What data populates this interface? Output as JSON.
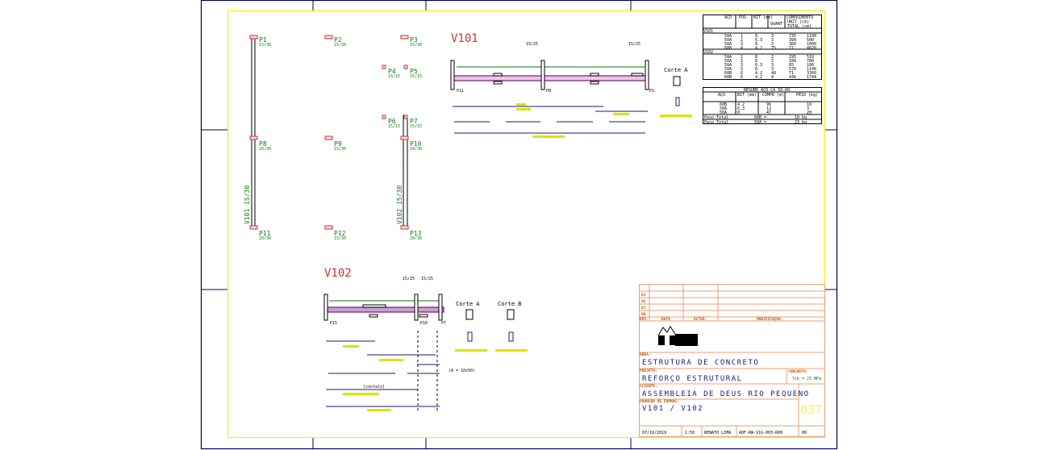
{
  "colors": {
    "frame": "#000050",
    "sheet_border": "#f0f000",
    "column": "#c83232",
    "label": "#0a7a0a",
    "beam": "#7a1a7a",
    "rebar": "#1a1a80",
    "dim": "#e0e000",
    "title_lines": "#e8a070"
  },
  "plan": {
    "columns": [
      {
        "name": "P1",
        "size": "15/30"
      },
      {
        "name": "P2",
        "size": "15/30"
      },
      {
        "name": "P3",
        "size": "15/30"
      },
      {
        "name": "P4",
        "size": "15/15"
      },
      {
        "name": "P5",
        "size": "15/15"
      },
      {
        "name": "P6",
        "size": "15/15"
      },
      {
        "name": "P7",
        "size": "15/15"
      },
      {
        "name": "P8",
        "size": "20/30"
      },
      {
        "name": "P9",
        "size": "15/30"
      },
      {
        "name": "P10",
        "size": "20/30"
      },
      {
        "name": "P11",
        "size": "20/30"
      },
      {
        "name": "P12",
        "size": "15/30"
      },
      {
        "name": "P13",
        "size": "20/30"
      }
    ],
    "beams": [
      {
        "name": "V101 15/30"
      },
      {
        "name": "V102 15/30"
      }
    ]
  },
  "v101": {
    "title": "V101",
    "sec1": "15/25",
    "sec2": "15/25",
    "supports": [
      "P11",
      "P8",
      "P1"
    ],
    "section": "Corte A"
  },
  "v102": {
    "title": "V102",
    "sec1": "15/25",
    "sec2": "15/25",
    "supports": [
      "P15",
      "P10",
      "P7"
    ],
    "section_a": "Corte A",
    "section_b": "Corte B",
    "note": "(A = 10x50)",
    "label_cont": "(contalo)"
  },
  "steel_table": {
    "headers": [
      "AÇO",
      "POS",
      "BIT (mm)",
      "QUANT",
      "COMPRIMENTO",
      "UNIT (cm)",
      "TOTAL (cm)"
    ],
    "groups": [
      {
        "name": "V101",
        "rows": [
          [
            "50A",
            "1",
            "8",
            "3",
            "735",
            "1100"
          ],
          [
            "50A",
            "2",
            "6.3",
            "3",
            "390",
            "500"
          ],
          [
            "50A",
            "3",
            "8",
            "3",
            "360",
            "1000"
          ],
          [
            "60B",
            "4",
            "4.2",
            "75",
            "71",
            "4820"
          ]
        ]
      },
      {
        "name": "V102",
        "rows": [
          [
            "50A",
            "1",
            "8",
            "2",
            "295",
            "510"
          ],
          [
            "50A",
            "2",
            "8",
            "3",
            "340",
            "780"
          ],
          [
            "50A",
            "3",
            "6.3",
            "3",
            "65",
            "180"
          ],
          [
            "50A",
            "5",
            "8",
            "3",
            "570",
            "1140"
          ],
          [
            "60B",
            "6",
            "4.2",
            "48",
            "71",
            "3360"
          ],
          [
            "60B",
            "6",
            "4.2",
            "4",
            "436",
            "1744"
          ]
        ]
      }
    ]
  },
  "summary_table": {
    "title": "RESUMO AÇO CA 50-60",
    "headers": [
      "AÇO",
      "BIT (mm)",
      "COMPR (m)",
      "PESO (kg)"
    ],
    "rows": [
      [
        "60B",
        "4.2",
        "96",
        "10"
      ],
      [
        "50A",
        "6.3",
        "12",
        "3"
      ],
      [
        "50A",
        "8",
        "47",
        "20"
      ]
    ],
    "totals": [
      [
        "Peso Total",
        "60B =",
        "10 kg"
      ],
      [
        "Peso Total",
        "50A =",
        "23 kg"
      ]
    ]
  },
  "title_block": {
    "revisions": [
      "03",
      "02",
      "01",
      "00"
    ],
    "rev_headers": [
      "REV.",
      "DATA",
      "ALTER.",
      "MODIFICAÇÃO"
    ],
    "obra_label": "OBRA:",
    "obra": "ESTRUTURA DE CONCRETO",
    "projeto_label": "PROJETO:",
    "projeto": "REFORÇO ESTRUTURAL",
    "concreto_label": "CONCRETO:",
    "concreto": "fck = 25 MPa",
    "cliente_label": "CLIENTE:",
    "cliente": "ASSEMBLEIA DE DEUS RIO PEQUENO",
    "prancha_label": "PRANCHA DE FORMAS:",
    "prancha": "V101 / V102",
    "sheet_number": "037",
    "date": "07/10/2019",
    "scale": "1:50",
    "author": "RENATO LIMA",
    "code": "ADF-RW-V1G-003-R00",
    "rev": "00"
  }
}
